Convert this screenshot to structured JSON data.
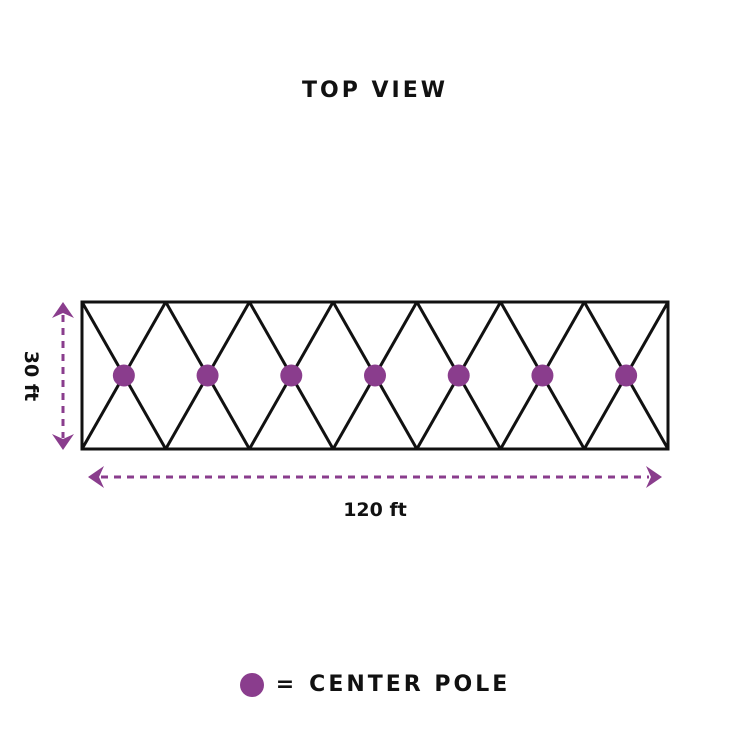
{
  "title": "TOP VIEW",
  "dimensions": {
    "width_label": "30 ft",
    "length_label": "120 ft"
  },
  "layout": {
    "pole_count": 7,
    "bays": 7
  },
  "legend": {
    "equals": "=",
    "label": "CENTER POLE"
  },
  "colors": {
    "outline": "#111111",
    "pole": "#8a3d8d",
    "dimension": "#8a3d8d"
  }
}
